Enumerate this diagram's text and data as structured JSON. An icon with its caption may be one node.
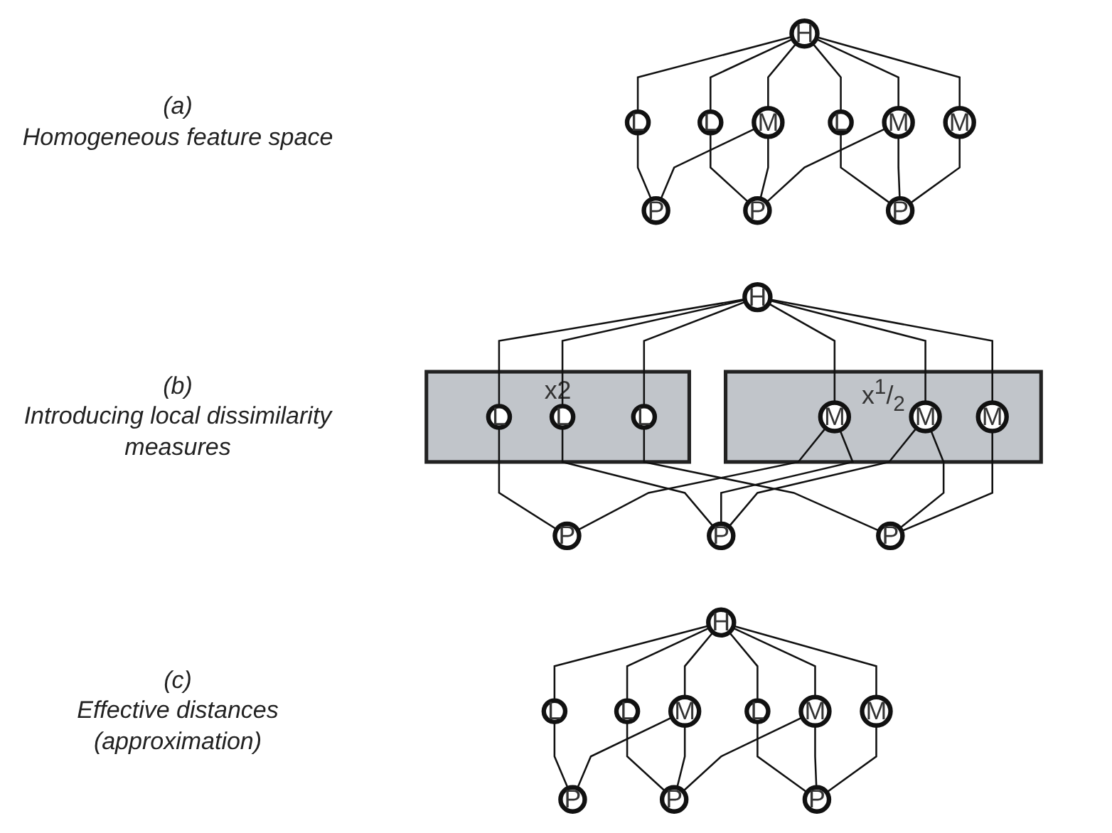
{
  "diagram": {
    "nodes": [
      {
        "text": [
          "H"
        ]
      },
      {
        "text": [
          "L"
        ]
      },
      {
        "text": [
          "L"
        ]
      },
      {
        "text": [
          "L"
        ]
      },
      {
        "text": [
          "M"
        ]
      },
      {
        "text": [
          "M"
        ]
      },
      {
        "text": [
          "M"
        ]
      },
      {
        "text": [
          "P"
        ]
      },
      {
        "text": [
          "P"
        ]
      },
      {
        "text": [
          "P"
        ]
      },
      {
        "text": [
          "H"
        ]
      },
      {
        "text": [
          "x2"
        ]
      },
      {
        "text": [
          "L"
        ],
        "in": 11
      },
      {
        "text": [
          "L"
        ],
        "in": 11
      },
      {
        "text": [
          "L"
        ],
        "in": 11
      },
      {
        "text": [
          "x$^{1}$/$_{2}$"
        ]
      },
      {
        "text": [
          "M"
        ],
        "in": 15
      },
      {
        "text": [
          "M"
        ],
        "in": 15
      },
      {
        "text": [
          "M"
        ],
        "in": 15
      },
      {
        "text": [
          "P"
        ]
      },
      {
        "text": [
          "P"
        ]
      },
      {
        "text": [
          "P"
        ]
      },
      {
        "text": [
          "H"
        ]
      },
      {
        "text": [
          "L"
        ]
      },
      {
        "text": [
          "L"
        ]
      },
      {
        "text": [
          "L"
        ]
      },
      {
        "text": [
          "M"
        ]
      },
      {
        "text": [
          "M"
        ]
      },
      {
        "text": [
          "M"
        ]
      },
      {
        "text": [
          "P"
        ]
      },
      {
        "text": [
          "P"
        ]
      },
      {
        "text": [
          "P"
        ]
      }
    ],
    "edges": [
      {
        "from": 0,
        "to": 1,
        "arrow": "none"
      },
      {
        "from": 0,
        "to": 2,
        "arrow": "none"
      },
      {
        "from": 0,
        "to": 3,
        "arrow": "none"
      },
      {
        "from": 0,
        "to": 4,
        "arrow": "none"
      },
      {
        "from": 0,
        "to": 5,
        "arrow": "none"
      },
      {
        "from": 0,
        "to": 6,
        "arrow": "none"
      },
      {
        "from": 1,
        "to": 7,
        "arrow": "none"
      },
      {
        "from": 2,
        "to": 8,
        "arrow": "none"
      },
      {
        "from": 3,
        "to": 9,
        "arrow": "none"
      },
      {
        "from": 4,
        "to": 7,
        "arrow": "none"
      },
      {
        "from": 4,
        "to": 8,
        "arrow": "none"
      },
      {
        "from": 5,
        "to": 8,
        "arrow": "none"
      },
      {
        "from": 5,
        "to": 9,
        "arrow": "none"
      },
      {
        "from": 6,
        "to": 9,
        "arrow": "none"
      },
      {
        "from": 10,
        "to": 12,
        "arrow": "none"
      },
      {
        "from": 10,
        "to": 13,
        "arrow": "none"
      },
      {
        "from": 10,
        "to": 14,
        "arrow": "none"
      },
      {
        "from": 10,
        "to": 16,
        "arrow": "none"
      },
      {
        "from": 10,
        "to": 17,
        "arrow": "none"
      },
      {
        "from": 10,
        "to": 18,
        "arrow": "none"
      },
      {
        "from": 12,
        "to": 19,
        "arrow": "none"
      },
      {
        "from": 13,
        "to": 20,
        "arrow": "none"
      },
      {
        "from": 14,
        "to": 21,
        "arrow": "none"
      },
      {
        "from": 16,
        "to": 19,
        "arrow": "none"
      },
      {
        "from": 16,
        "to": 20,
        "arrow": "none"
      },
      {
        "from": 17,
        "to": 20,
        "arrow": "none"
      },
      {
        "from": 17,
        "to": 21,
        "arrow": "none"
      },
      {
        "from": 18,
        "to": 21,
        "arrow": "none"
      },
      {
        "from": 22,
        "to": 23,
        "arrow": "none"
      },
      {
        "from": 22,
        "to": 24,
        "arrow": "none"
      },
      {
        "from": 22,
        "to": 25,
        "arrow": "none"
      },
      {
        "from": 22,
        "to": 26,
        "arrow": "none"
      },
      {
        "from": 22,
        "to": 27,
        "arrow": "none"
      },
      {
        "from": 22,
        "to": 28,
        "arrow": "none"
      },
      {
        "from": 23,
        "to": 29,
        "arrow": "none"
      },
      {
        "from": 24,
        "to": 30,
        "arrow": "none"
      },
      {
        "from": 25,
        "to": 31,
        "arrow": "none"
      },
      {
        "from": 26,
        "to": 29,
        "arrow": "none"
      },
      {
        "from": 26,
        "to": 30,
        "arrow": "none"
      },
      {
        "from": 27,
        "to": 30,
        "arrow": "none"
      },
      {
        "from": 27,
        "to": 31,
        "arrow": "none"
      },
      {
        "from": 28,
        "to": 31,
        "arrow": "none"
      }
    ],
    "labels": [
      "(a)",
      "Homogeneous feature space",
      "(b)",
      "Introducing local dissimilarity measures",
      "(c)",
      "Effective distances (approximation)"
    ]
  }
}
